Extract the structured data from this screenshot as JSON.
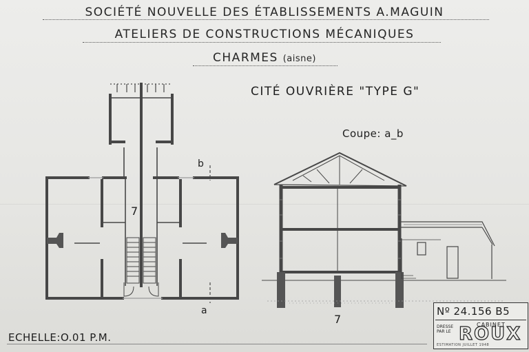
{
  "header": {
    "line1": "SOCIÉTÉ NOUVELLE DES ÉTABLISSEMENTS A.MAGUIN",
    "line2": "ATELIERS DE CONSTRUCTIONS MÉCANIQUES",
    "line3_main": "CHARMES",
    "line3_paren": "(aisne)"
  },
  "title": "CITÉ OUVRIÈRE \"TYPE G\"",
  "section_label": "Coupe: a_b",
  "plan": {
    "number": "7",
    "cut_top_label": "b",
    "cut_bottom_label": "a"
  },
  "section": {
    "number": "7"
  },
  "scale": "ECHELLE:O.01 P.M.",
  "stamp": {
    "number": "Nº 24.156 B5",
    "dresse": "DRESSE PAR LE",
    "cabinet": "CABINET",
    "name": "ROUX",
    "footer": "ESTIMATION   JUILLET 1948"
  },
  "colors": {
    "paper": "#e9e9e6",
    "ink": "#262626",
    "wall": "#4a4a4a"
  }
}
